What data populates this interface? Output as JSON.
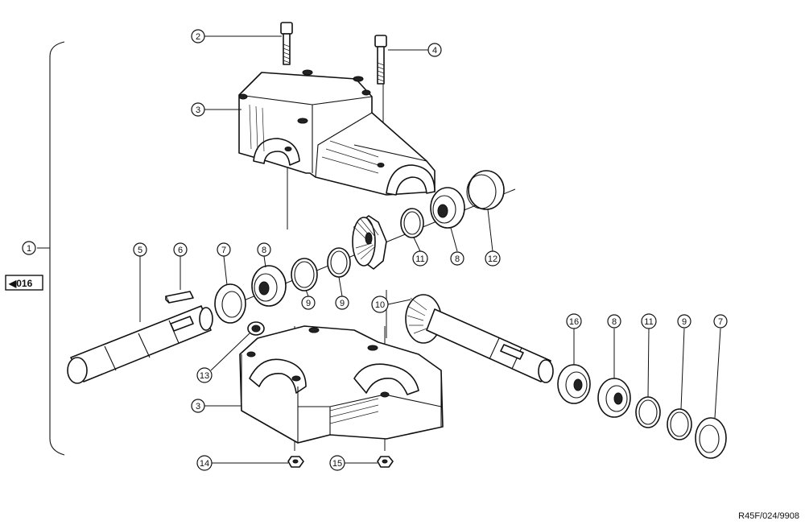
{
  "callouts": {
    "c1": "1",
    "c2": "2",
    "c3a": "3",
    "c3b": "3",
    "c4": "4",
    "c5": "5",
    "c6": "6",
    "c7a": "7",
    "c7b": "7",
    "c8a": "8",
    "c8b": "8",
    "c8c": "8",
    "c9a": "9",
    "c9b": "9",
    "c9c": "9",
    "c10": "10",
    "c11a": "11",
    "c11b": "11",
    "c12": "12",
    "c13": "13",
    "c14": "14",
    "c15": "15",
    "c16": "16"
  },
  "reference": {
    "arrow": "◀",
    "page": "016"
  },
  "drawing_code": "R45F/024/9908"
}
